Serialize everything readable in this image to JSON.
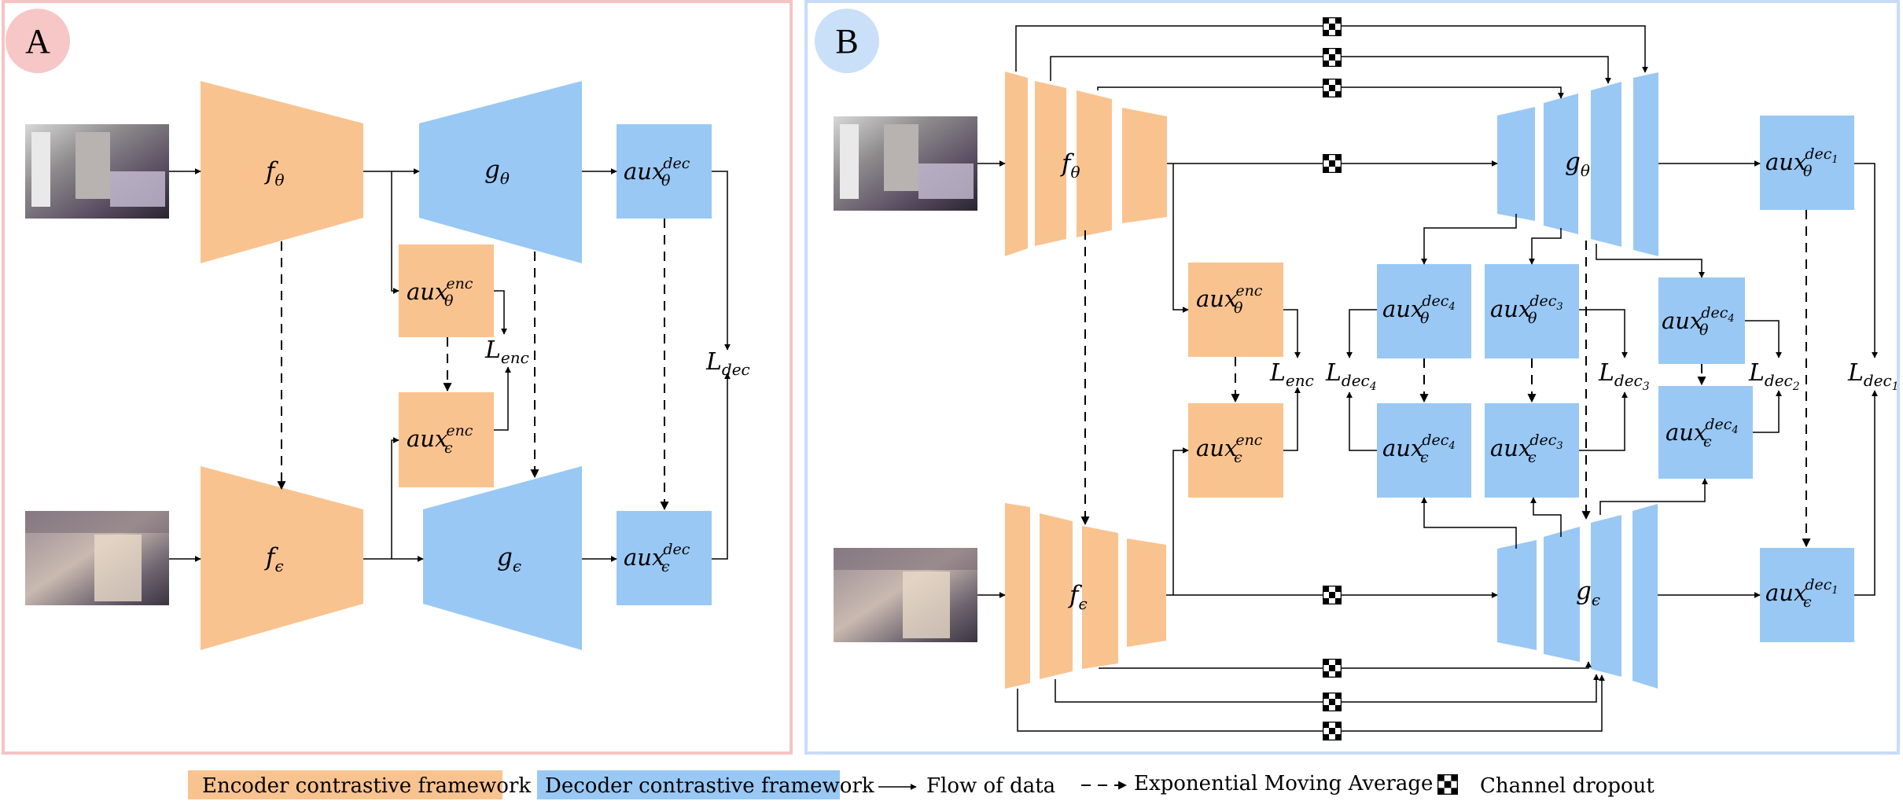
{
  "panels": {
    "A": {
      "badge": "A"
    },
    "B": {
      "badge": "B"
    }
  },
  "colors": {
    "encoder": "#f9c390",
    "decoder": "#99c8f5",
    "panel_a_border": "#f6c3c3",
    "panel_b_border": "#c9dcf7",
    "badge_a": "#f7c6c6",
    "badge_b": "#c9e0f8"
  },
  "labels": {
    "f": "f",
    "g": "g",
    "aux": "aux",
    "L": "L",
    "theta": "θ",
    "eps": "ϵ",
    "enc": "enc",
    "dec": "dec",
    "dec1": "dec",
    "dec1_sub": "1",
    "dec2": "dec",
    "dec2_sub": "2",
    "dec3": "dec",
    "dec3_sub": "3",
    "dec4": "dec",
    "dec4_sub": "4"
  },
  "legend": {
    "encoder": "Encoder contrastive  framework",
    "decoder": "Decoder contrastive framework",
    "flow": "Flow of data",
    "ema": "Exponential Moving Average",
    "dropout": "Channel dropout"
  },
  "icons": {
    "arrow": "arrow-icon",
    "dashed_arrow": "dashed-arrow-icon",
    "dropout": "checkerboard-icon"
  }
}
